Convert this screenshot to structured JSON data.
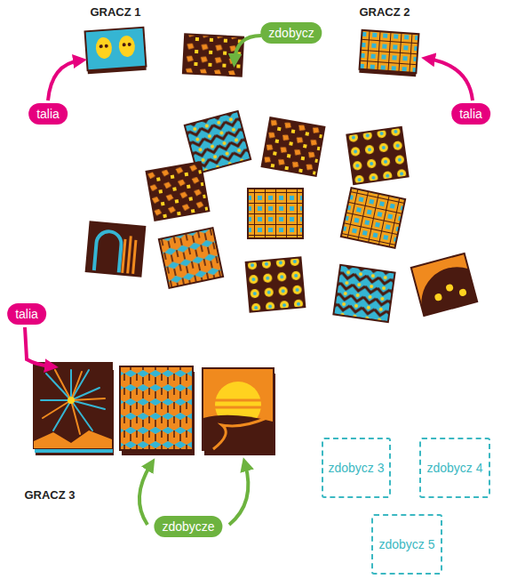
{
  "diagram": {
    "nodes": [
      {
        "text": [
          "zdobycz"
        ]
      },
      {
        "text": [
          "talia"
        ]
      },
      {
        "text": [
          "talia"
        ]
      },
      {
        "text": [
          "talia"
        ]
      },
      {
        "text": [
          "zdobycz 3"
        ]
      },
      {
        "text": [
          "zdobycz 4"
        ]
      },
      {
        "text": [
          "zdobycze"
        ]
      },
      {
        "text": [
          "zdobycz 5"
        ]
      }
    ],
    "labels": [
      "GRACZ 1",
      "GRACZ 2",
      "GRACZ 3"
    ]
  }
}
